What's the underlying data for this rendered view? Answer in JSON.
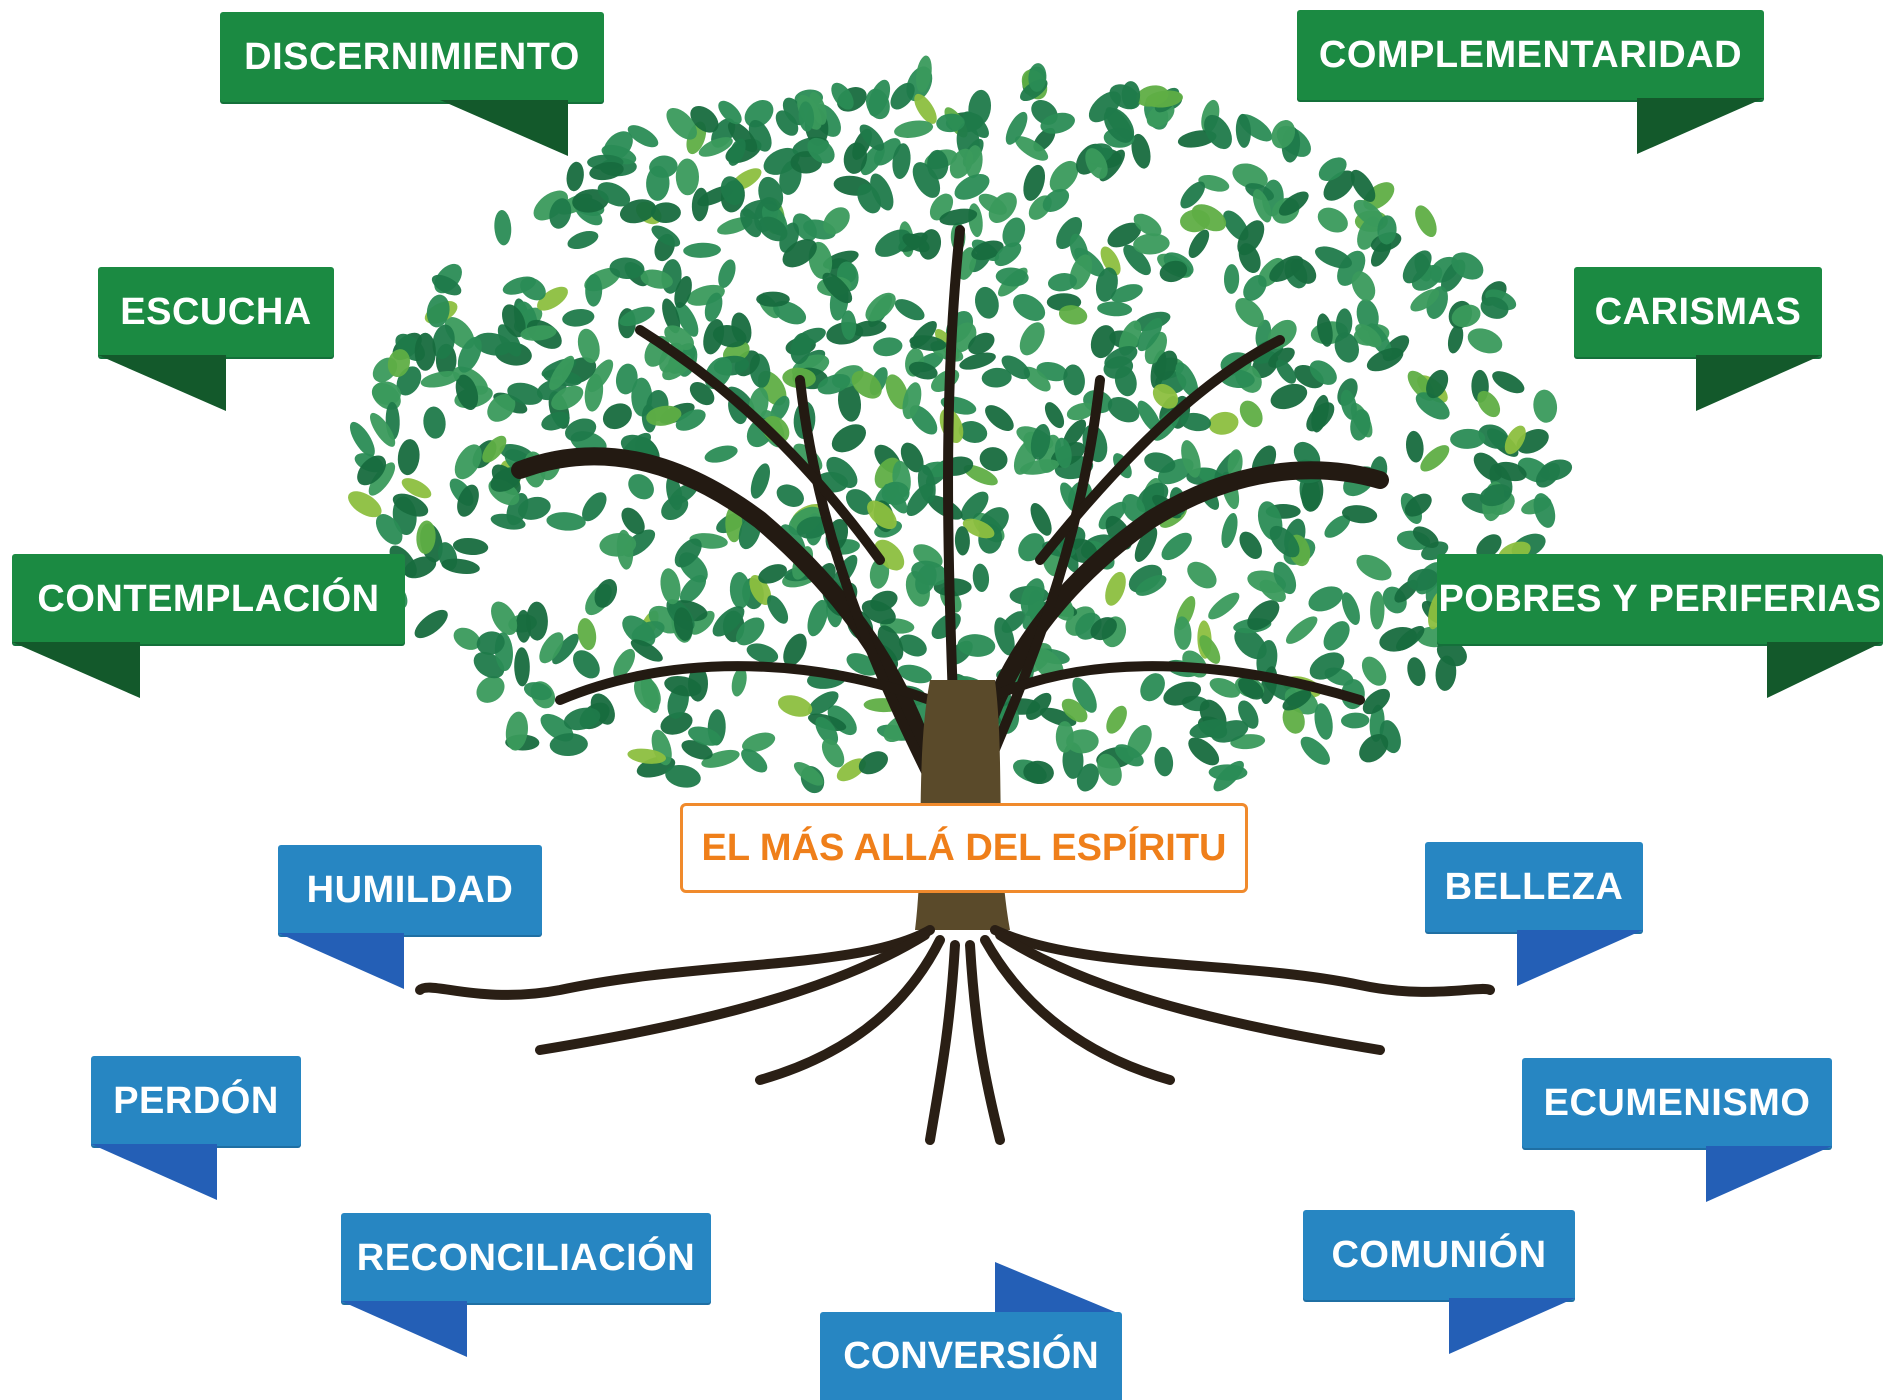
{
  "title": "EL MÁS ALLÁ DEL ESPÍRITU",
  "green_banners": [
    "DISCERNIMIENTO",
    "COMPLEMENTARIDAD",
    "ESCUCHA",
    "CARISMAS",
    "CONTEMPLACIÓN",
    "POBRES Y PERIFERIAS"
  ],
  "blue_banners": [
    "HUMILDAD",
    "BELLEZA",
    "PERDÓN",
    "ECUMENISMO",
    "RECONCILIACIÓN",
    "COMUNIÓN",
    "CONVERSIÓN"
  ],
  "colors": {
    "green": "#1b8a42",
    "green_fold": "#13592b",
    "blue": "#2786c2",
    "blue_fold": "#245fb6",
    "title_orange": "#ef7f1a",
    "leaf_dark": "#1f7a4a",
    "leaf_light": "#8cbf3f",
    "trunk": "#5a4a2a"
  },
  "icons": [
    "tree-illustration"
  ]
}
